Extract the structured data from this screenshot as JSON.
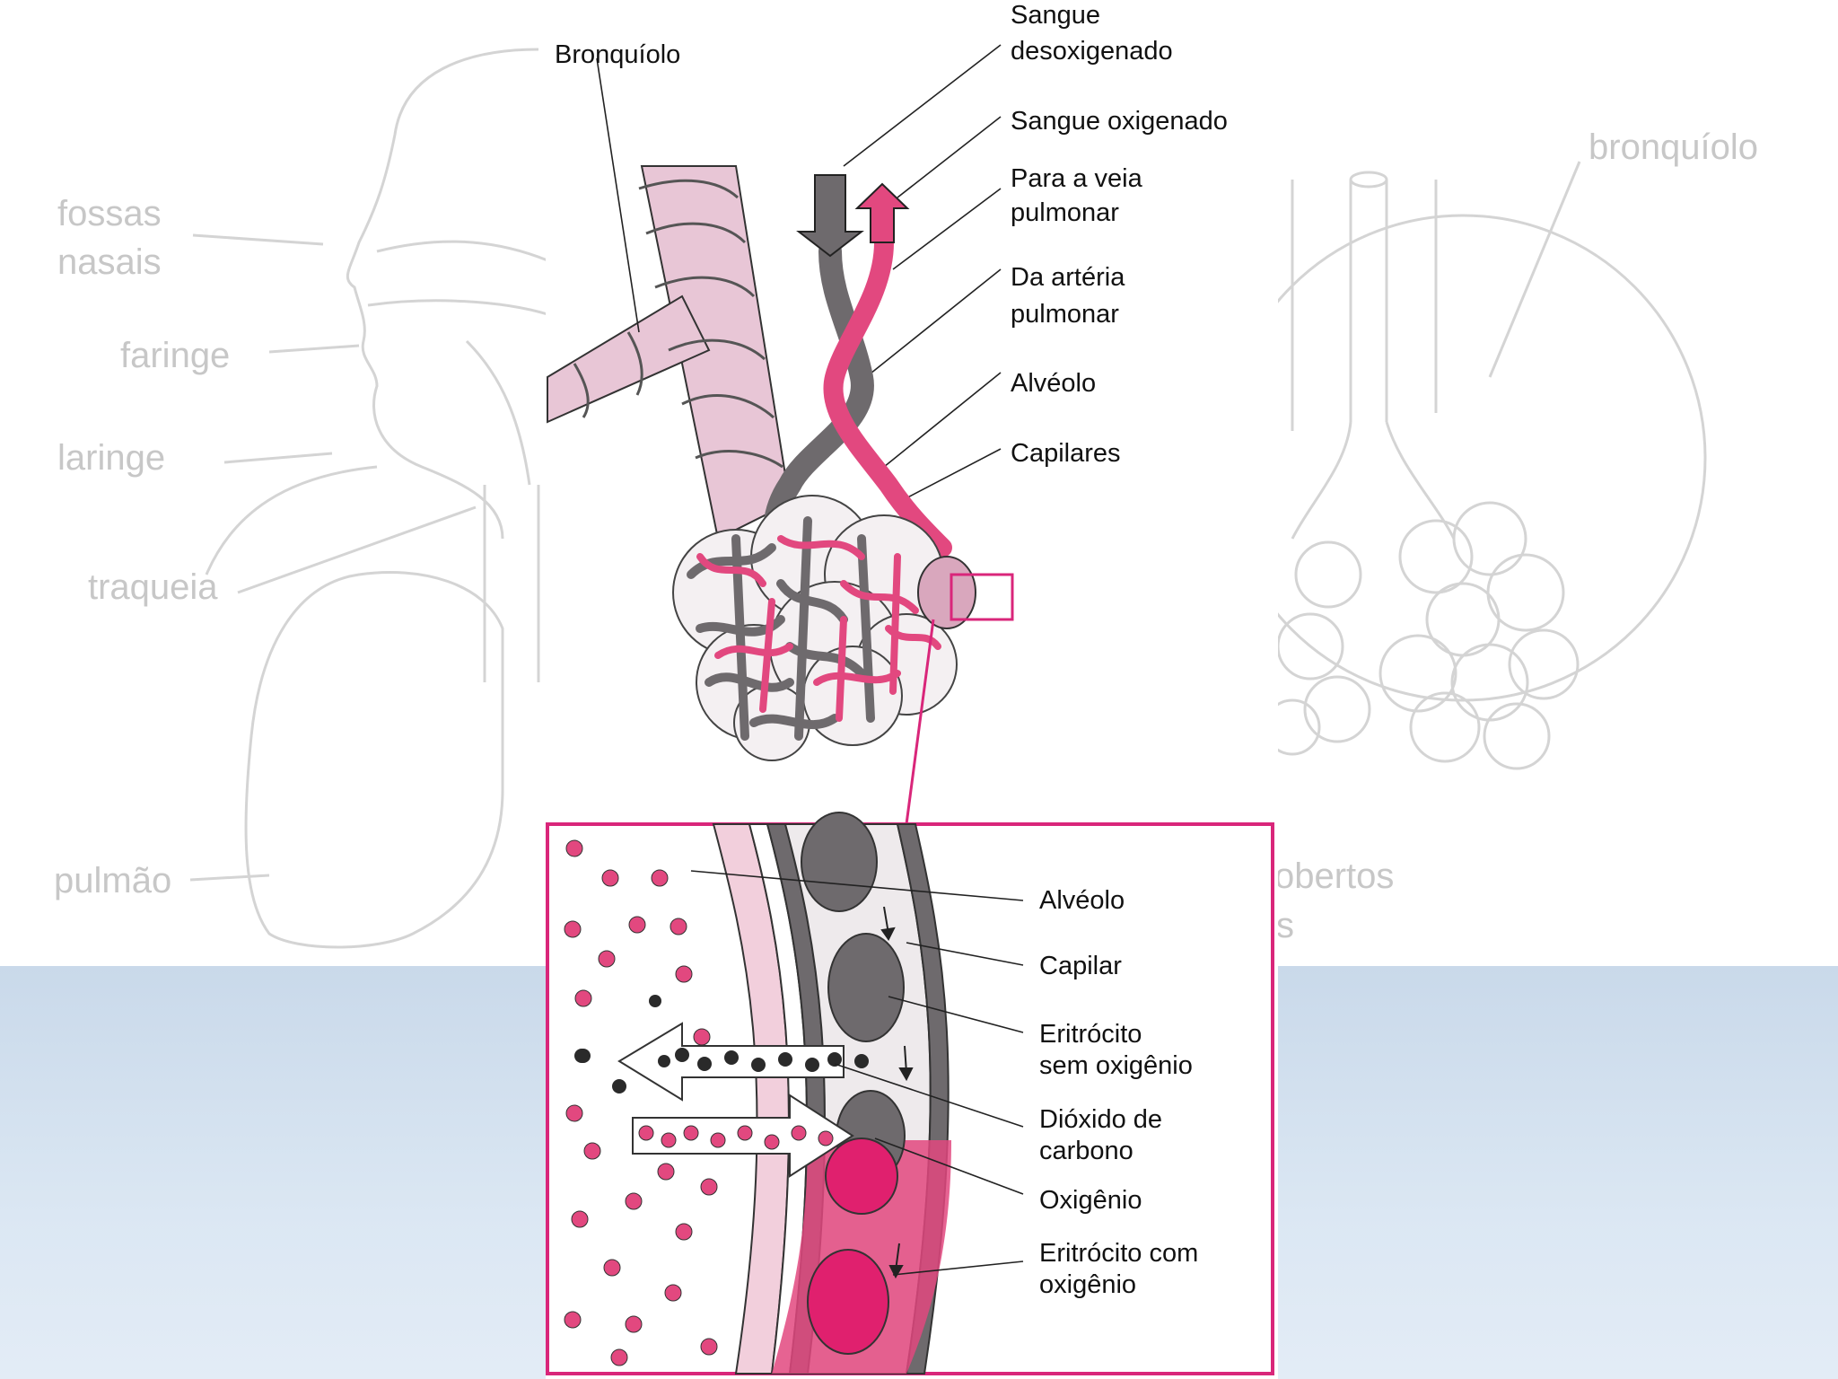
{
  "background_labels": {
    "left": [
      "fossas",
      "nasais",
      "faringe",
      "laringe",
      "traqueia",
      "pulmão"
    ],
    "right": [
      "bronquíolo",
      "obertos",
      "s"
    ]
  },
  "top_diagram": {
    "labels": {
      "bronquiolo": "Bronquíolo",
      "sangue_desoxigenado_1": "Sangue",
      "sangue_desoxigenado_2": "desoxigenado",
      "sangue_oxigenado": "Sangue oxigenado",
      "para_veia_1": "Para a veia",
      "para_veia_2": "pulmonar",
      "da_arteria_1": "Da artéria",
      "da_arteria_2": "pulmonar",
      "alveolo": "Alvéolo",
      "capilares": "Capilares"
    }
  },
  "inset_diagram": {
    "labels": {
      "alveolo": "Alvéolo",
      "capilar": "Capilar",
      "eritrocito_sem_1": "Eritrócito",
      "eritrocito_sem_2": "sem oxigênio",
      "dioxido_1": "Dióxido de",
      "dioxido_2": "carbono",
      "oxigenio": "Oxigênio",
      "eritrocito_com_1": "Eritrócito com",
      "eritrocito_com_2": "oxigênio"
    }
  },
  "colors": {
    "accent_pink": "#e0206e",
    "vessel_gray": "#6e6a6d",
    "bronchiole_pink": "#e8c6d6",
    "frame_pink": "#d9267a",
    "background_blue": "#c9d9ea"
  }
}
